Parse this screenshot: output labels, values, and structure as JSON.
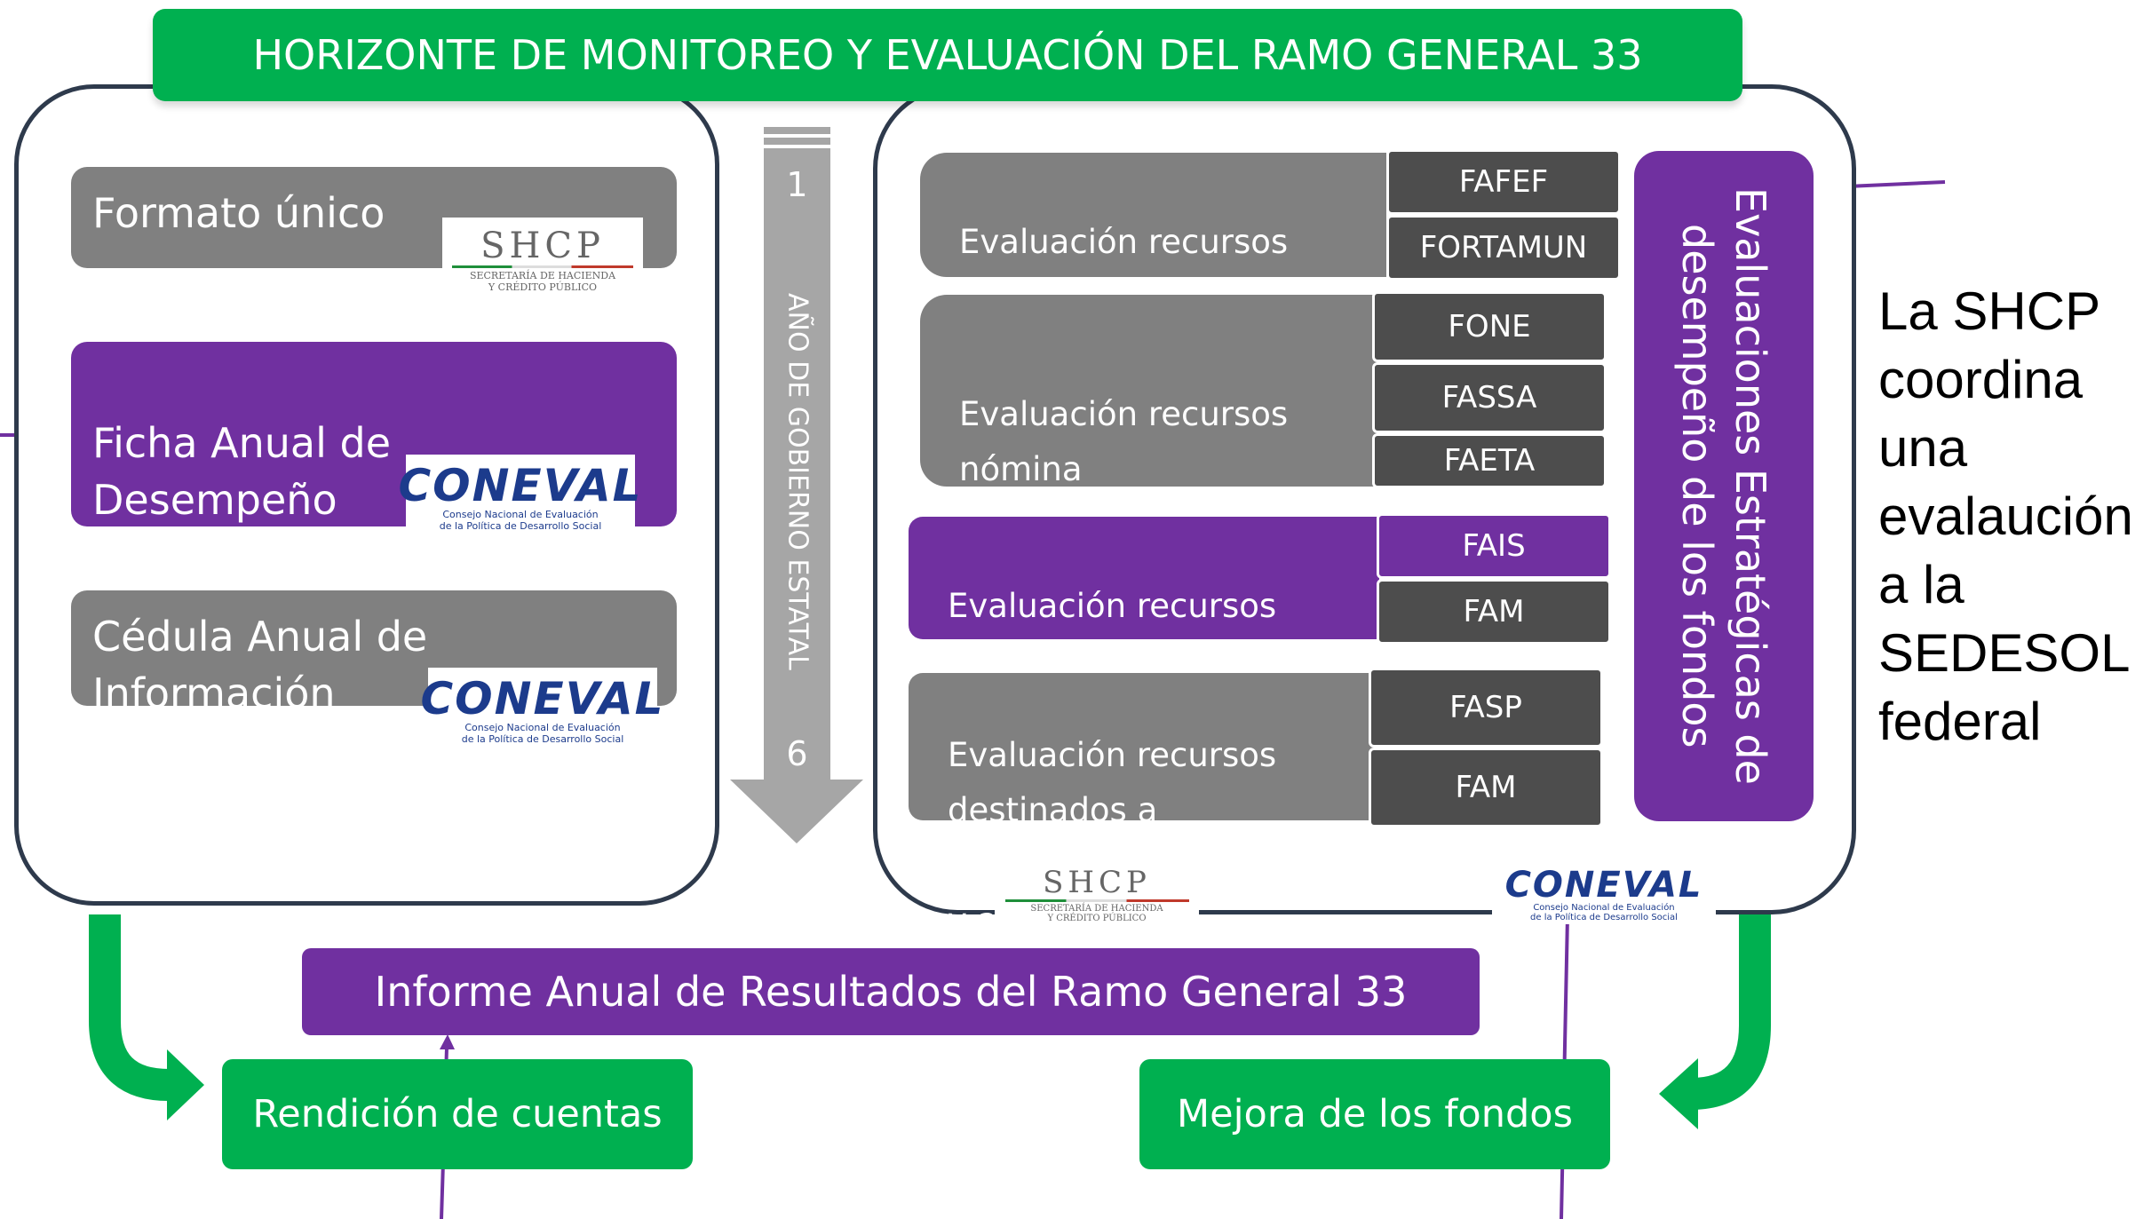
{
  "title": "HORIZONTE DE MONITOREO Y EVALUACIÓN DEL RAMO GENERAL 33",
  "left_panel": {
    "formato_unico": "Formato único",
    "ficha_anual": "Ficha Anual de\nDesempeño\ndel Fondo",
    "cedula_anual": "Cédula Anual de Información"
  },
  "timeline": {
    "start": "1",
    "label": "AÑO DE GOBIERNO ESTATAL",
    "end": "6"
  },
  "right_panel": {
    "groups": [
      {
        "label": "Evaluación recursos\nfortalecimiento financiero",
        "funds": [
          "FAFEF",
          "FORTAMUN"
        ]
      },
      {
        "label": "Evaluación recursos\nnómina",
        "funds": [
          "FONE",
          "FASSA",
          "FAETA"
        ]
      },
      {
        "label": "Evaluación recursos\ninfraestructura",
        "funds": [
          "FAIS",
          "FAM"
        ]
      },
      {
        "label": "Evaluación recursos\ndestinados a programas\ny acciones",
        "funds": [
          "FASP",
          "FAM"
        ]
      }
    ],
    "strategic_eval": "Evaluaciones Estratégicas de\ndesempeño de los fondos"
  },
  "logos": {
    "shcp_name": "SHCP",
    "shcp_sub": "SECRETARÍA DE HACIENDA\nY CRÉDITO PÚBLICO",
    "coneval_name": "CONEVAL",
    "coneval_sub": "Consejo Nacional de Evaluación\nde la Política de Desarrollo Social"
  },
  "informe": "Informe Anual de Resultados del Ramo General 33",
  "outcomes": {
    "rendicion": "Rendición de cuentas",
    "mejora": "Mejora de los fondos"
  },
  "side_note": "La SHCP\ncoordina\nuna\nevalaución\na la\nSEDESOL\nfederal",
  "colors": {
    "green": "#00b050",
    "purple": "#7030a0",
    "grey": "#808080",
    "dark_grey": "#4d4d4d",
    "arrow_grey": "#a6a6a6",
    "coneval_blue": "#1c3b8c"
  }
}
